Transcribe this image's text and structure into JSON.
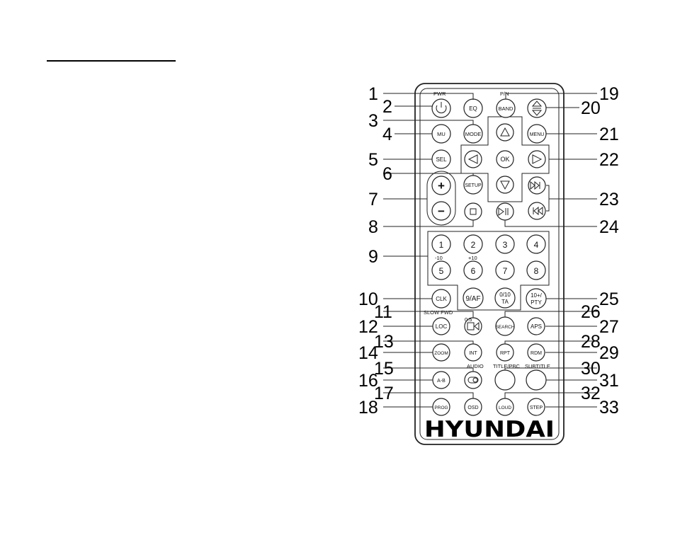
{
  "brand": "HYUNDAI",
  "top_labels": {
    "pwr": "PWR",
    "pn": "P/N",
    "slow_fwd": "SLOW FWD",
    "audio": "AUDIO",
    "title_pbc": "TITLE/PBC",
    "subtitle": "SUBTITLE"
  },
  "buttons": {
    "eq": "EQ",
    "band": "BAND",
    "mu": "MU",
    "mode": "MODE",
    "menu": "MENU",
    "sel": "SEL",
    "ok": "OK",
    "setup": "SETUP",
    "plus": "+",
    "minus": "−",
    "n1": "1",
    "n2": "2",
    "n3": "3",
    "n4": "4",
    "n5": "5",
    "n6": "6",
    "n7": "7",
    "n8": "8",
    "minus10": "-10",
    "plus10": "+10",
    "clk": "CLK",
    "af": "9/AF",
    "ta_top": "0/10",
    "ta_bottom": "TA",
    "pty_top": "10+/",
    "pty_bottom": "PTY",
    "loc": "LOC",
    "search": "SEARCH",
    "aps": "APS",
    "zoom": "ZOOM",
    "int": "INT",
    "rpt": "RPT",
    "rdm": "RDM",
    "ab": "A-B",
    "prog": "PROG",
    "osd": "OSD",
    "loud": "LOUD",
    "step": "STEP",
    "slow_sub": "0.5"
  },
  "callouts": [
    "1",
    "2",
    "3",
    "4",
    "5",
    "6",
    "7",
    "8",
    "9",
    "10",
    "11",
    "12",
    "13",
    "14",
    "15",
    "16",
    "17",
    "18",
    "19",
    "20",
    "21",
    "22",
    "23",
    "24",
    "25",
    "26",
    "27",
    "28",
    "29",
    "30",
    "31",
    "32",
    "33"
  ]
}
